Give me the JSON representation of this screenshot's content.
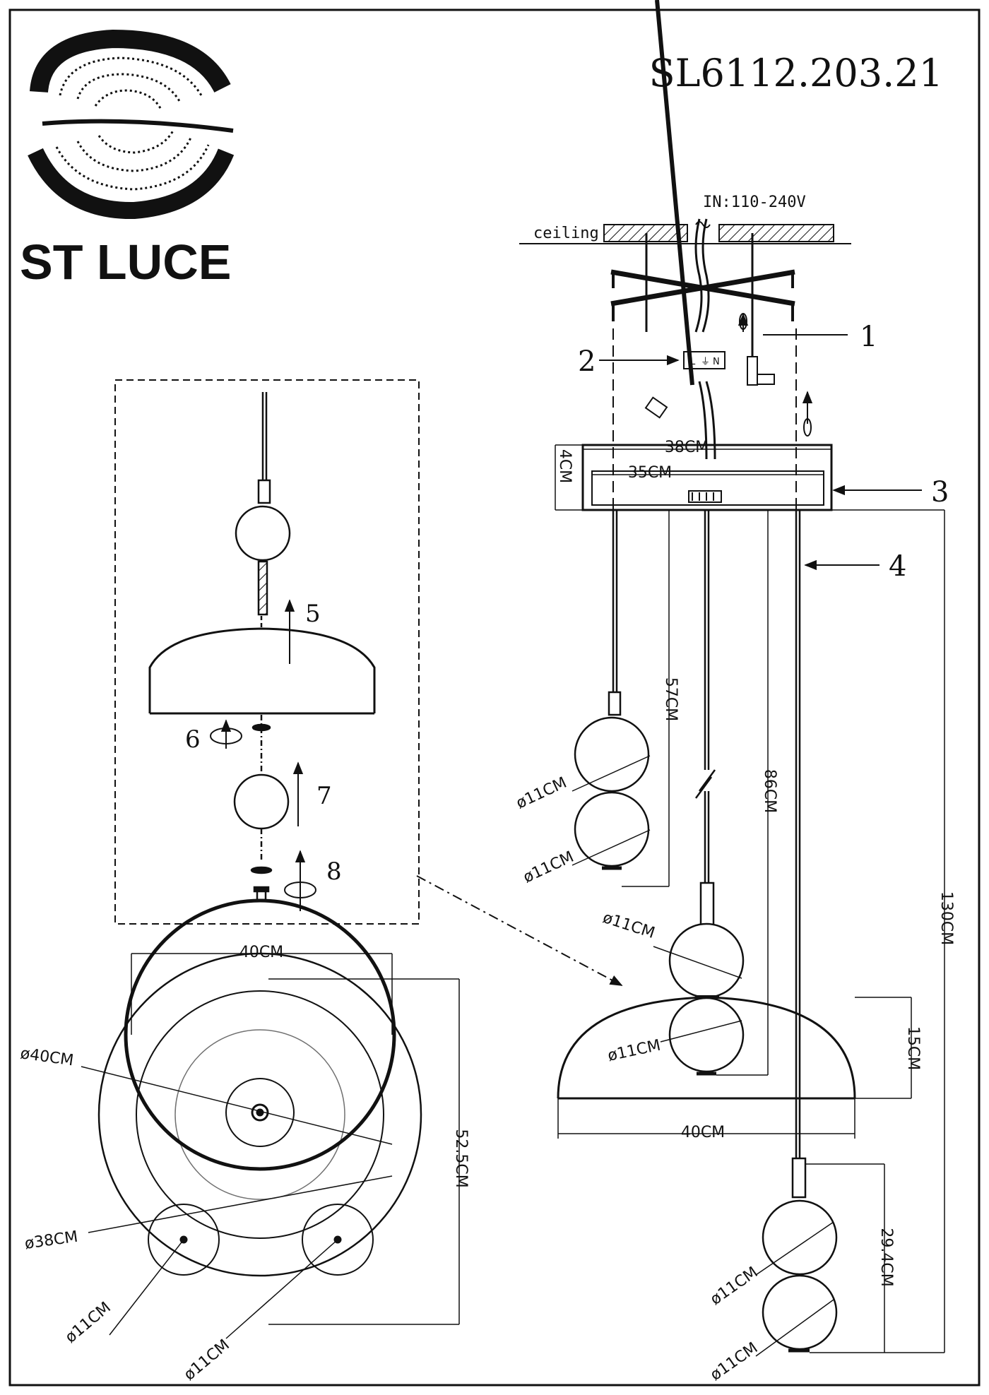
{
  "brand": {
    "name": "ST LUCE"
  },
  "model": {
    "code": "SL6112.203.21"
  },
  "power": {
    "input": "IN:110-240V"
  },
  "ceiling": {
    "label": "ceiling"
  },
  "wiring": {
    "terminals": [
      "L",
      "⏚",
      "N"
    ]
  },
  "callouts": [
    "1",
    "2",
    "3",
    "4",
    "5",
    "6",
    "7",
    "8"
  ],
  "dimensions": {
    "canopy_outer_width": "38CM",
    "canopy_inner_width": "35CM",
    "canopy_height": "4CM",
    "drop_short": "57CM",
    "drop_mid": "86CM",
    "drop_long": "130CM",
    "shade_height": "15CM",
    "shade_width": "40CM",
    "pair_height": "29.4CM",
    "sphere_diameter": "ø11CM",
    "top_view_width": "40CM",
    "top_view_depth": "52.5CM",
    "top_shade_diameter": "ø40CM",
    "top_canopy_diameter": "ø38CM"
  },
  "colors": {
    "line": "#111111",
    "paper": "#ffffff"
  }
}
